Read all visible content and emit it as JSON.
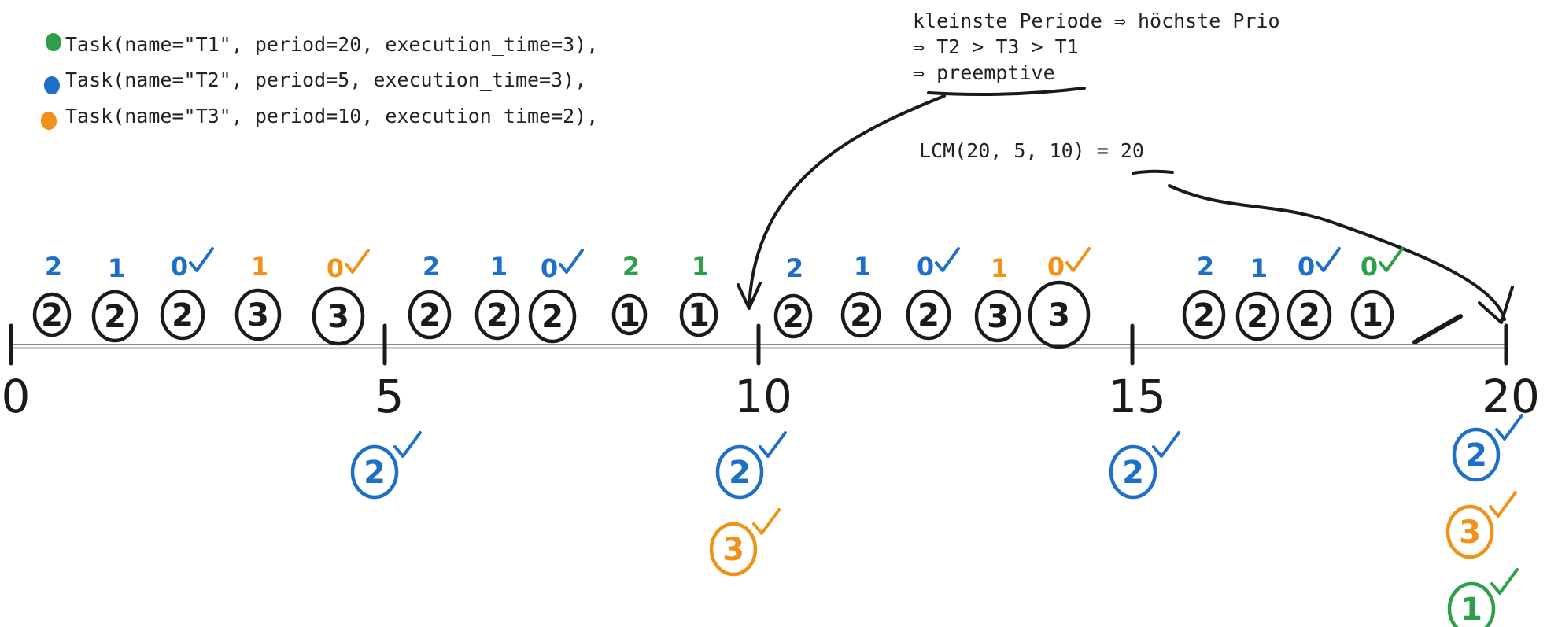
{
  "tasks": [
    {
      "text": "Task(name=\"T1\", period=20, execution_time=3),",
      "color_name": "green"
    },
    {
      "text": "Task(name=\"T2\", period=5, execution_time=3),",
      "color_name": "blue"
    },
    {
      "text": "Task(name=\"T3\", period=10, execution_time=2),",
      "color_name": "orange"
    }
  ],
  "notes": {
    "line1": "kleinste Periode ⇒ höchste Prio",
    "line2": "⇒ T2 > T3 > T1",
    "line3": "⇒ preemptive",
    "lcm": "LCM(20, 5, 10) = 20"
  },
  "axis_ticks": [
    {
      "label": "0",
      "time": 0
    },
    {
      "label": "5",
      "time": 5
    },
    {
      "label": "10",
      "time": 10
    },
    {
      "label": "15",
      "time": 15
    },
    {
      "label": "20",
      "time": 20
    }
  ],
  "schedule": [
    {
      "slot": 0,
      "task": "2",
      "remaining": "2",
      "remaining_task": "T2",
      "done": false
    },
    {
      "slot": 1,
      "task": "2",
      "remaining": "1",
      "remaining_task": "T2",
      "done": false
    },
    {
      "slot": 2,
      "task": "2",
      "remaining": "0",
      "remaining_task": "T2",
      "done": true
    },
    {
      "slot": 3,
      "task": "3",
      "remaining": "1",
      "remaining_task": "T3",
      "done": false
    },
    {
      "slot": 4,
      "task": "3",
      "remaining": "0",
      "remaining_task": "T3",
      "done": true
    },
    {
      "slot": 5,
      "task": "2",
      "remaining": "2",
      "remaining_task": "T2",
      "done": false
    },
    {
      "slot": 6,
      "task": "2",
      "remaining": "1",
      "remaining_task": "T2",
      "done": false
    },
    {
      "slot": 7,
      "task": "2",
      "remaining": "0",
      "remaining_task": "T2",
      "done": true
    },
    {
      "slot": 8,
      "task": "1",
      "remaining": "2",
      "remaining_task": "T1",
      "done": false
    },
    {
      "slot": 9,
      "task": "1",
      "remaining": "1",
      "remaining_task": "T1",
      "done": false
    },
    {
      "slot": 10,
      "task": "2",
      "remaining": "2",
      "remaining_task": "T2",
      "done": false
    },
    {
      "slot": 11,
      "task": "2",
      "remaining": "1",
      "remaining_task": "T2",
      "done": false
    },
    {
      "slot": 12,
      "task": "2",
      "remaining": "0",
      "remaining_task": "T2",
      "done": true
    },
    {
      "slot": 13,
      "task": "3",
      "remaining": "1",
      "remaining_task": "T3",
      "done": false
    },
    {
      "slot": 14,
      "task": "3",
      "remaining": "0",
      "remaining_task": "T3",
      "done": true
    },
    {
      "slot": 15,
      "task": "2",
      "remaining": "2",
      "remaining_task": "T2",
      "done": false
    },
    {
      "slot": 16,
      "task": "2",
      "remaining": "1",
      "remaining_task": "T2",
      "done": false
    },
    {
      "slot": 17,
      "task": "2",
      "remaining": "0",
      "remaining_task": "T2",
      "done": true
    },
    {
      "slot": 18,
      "task": "1",
      "remaining": "0",
      "remaining_task": "T1",
      "done": true
    }
  ],
  "releases": [
    {
      "time": 5,
      "tasks": [
        {
          "task": "2",
          "task_id": "T2"
        }
      ]
    },
    {
      "time": 10,
      "tasks": [
        {
          "task": "2",
          "task_id": "T2"
        },
        {
          "task": "3",
          "task_id": "T3"
        }
      ]
    },
    {
      "time": 15,
      "tasks": [
        {
          "task": "2",
          "task_id": "T2"
        }
      ]
    },
    {
      "time": 20,
      "tasks": [
        {
          "task": "2",
          "task_id": "T2"
        },
        {
          "task": "3",
          "task_id": "T3"
        },
        {
          "task": "1",
          "task_id": "T1"
        }
      ]
    }
  ],
  "colors": {
    "T1": "#2e9e48",
    "T2": "#1e6fc7",
    "T3": "#f0921a",
    "ink": "#1a1a1a",
    "axis": "#888888"
  }
}
